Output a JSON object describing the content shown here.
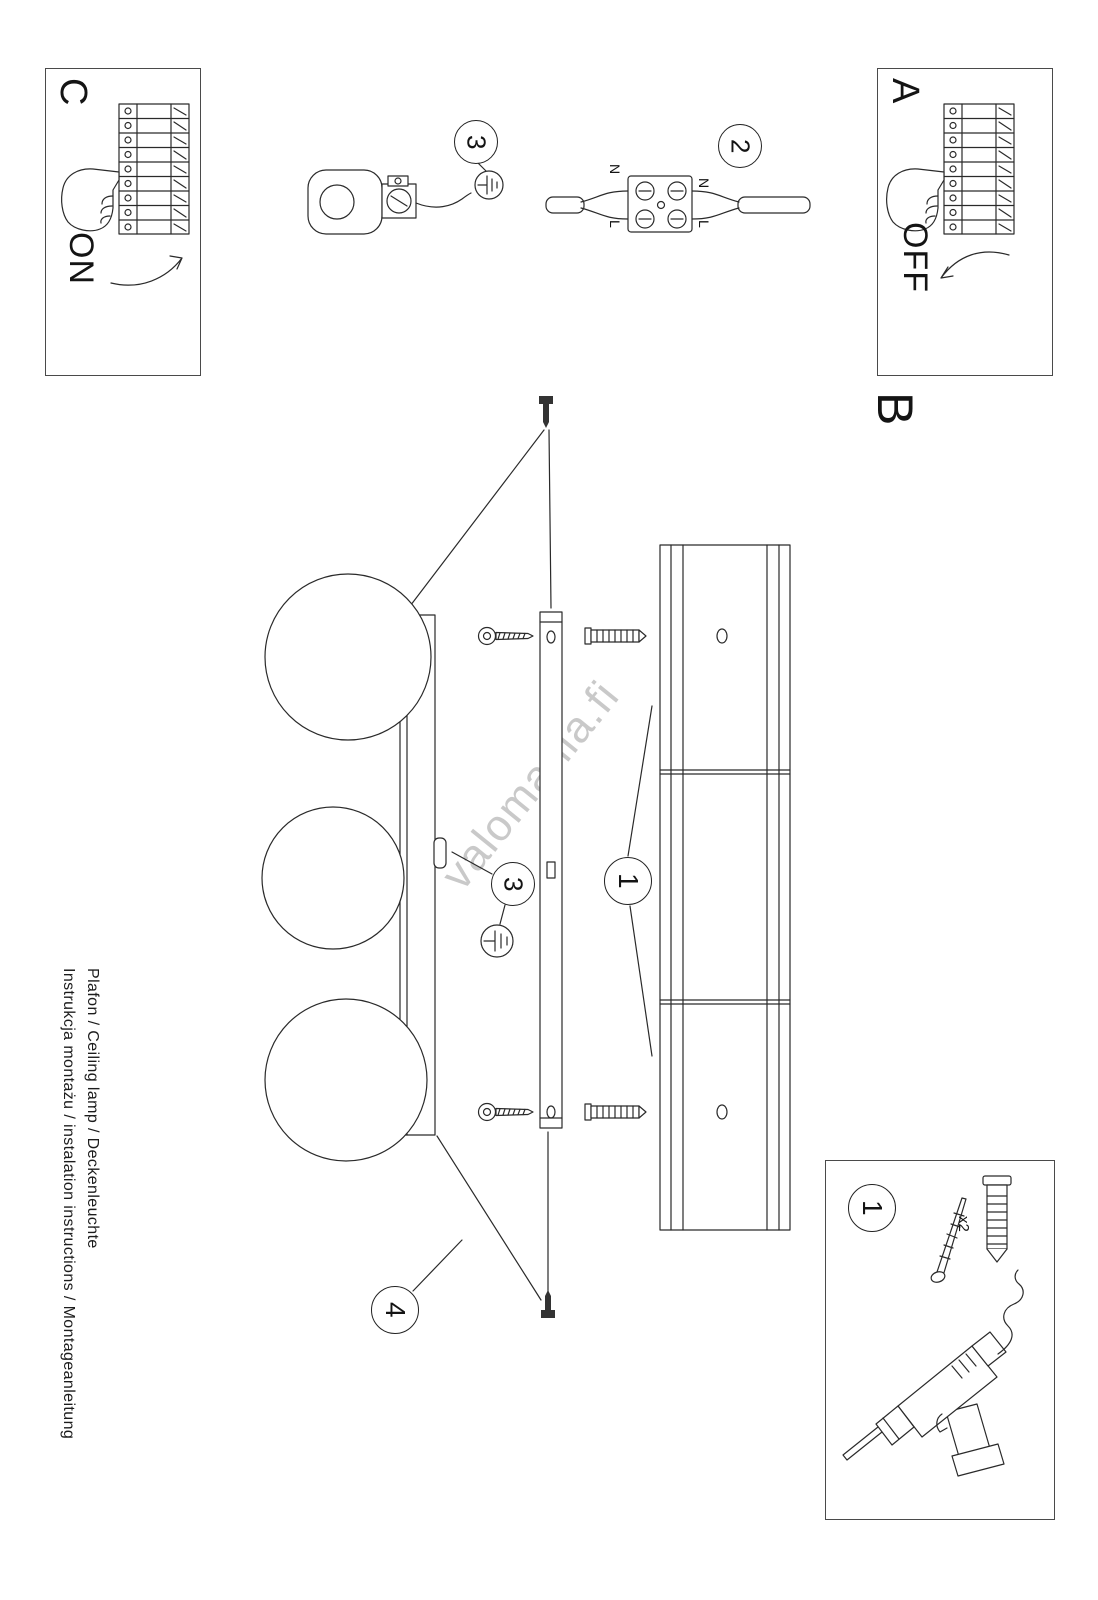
{
  "watermark": {
    "text": "valomania.fi"
  },
  "sections": {
    "c": {
      "letter": "C",
      "state": "ON"
    },
    "a": {
      "letter": "A",
      "state": "OFF"
    },
    "b": {
      "letter": "B"
    }
  },
  "steps": {
    "one": "1",
    "two": "2",
    "three": "3",
    "four": "4"
  },
  "wiring": {
    "left_top": "N",
    "left_bottom": "L",
    "right_top": "N",
    "right_bottom": "L"
  },
  "parts": {
    "qty": "x2"
  },
  "footer": {
    "line1": "Instrukcja montażu / instalation instructions / Montageanleitung",
    "line2": "Plafon / Ceiling lamp / Deckenleuchte"
  },
  "colors": {
    "line": "#2a2a2a",
    "watermark": "#c9c9c9"
  }
}
